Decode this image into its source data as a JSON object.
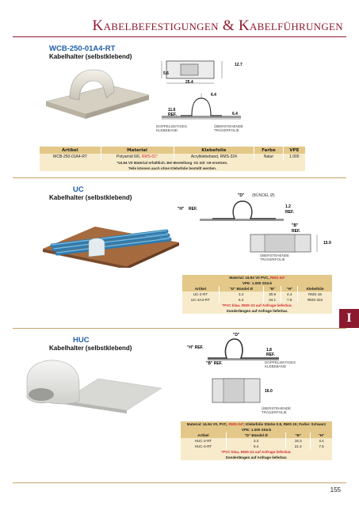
{
  "header": {
    "title": "Kabelbefestigungen & Kabelführungen"
  },
  "section_tab": "I",
  "page_number": "155",
  "product1": {
    "code": "WCB-250-01A4-RT",
    "desc": "Kabelhalter (selbstklebend)",
    "dims": {
      "d1": "12.7",
      "d2": "5.6",
      "d3": "25.4",
      "d4": "6.4",
      "d5": "11.6",
      "d5b": "REF.",
      "d6": "6.4"
    },
    "labels": {
      "left": "DOPPELSEITIGES\nKLEBEBAND",
      "right": "ÜBERSTEHENDE\nTRÄGERFOLIE"
    },
    "table": {
      "headers": [
        "Artikel",
        "Material",
        "Klebefolie",
        "Farbe",
        "VPE"
      ],
      "rows": [
        [
          "WCB-250-01A4-RT",
          "Polyamid 6/6, ",
          "Acrylklebeband, RMS-324",
          "Natur",
          "1.000"
        ]
      ],
      "rows_material_red": "RMS-01*",
      "notes": [
        "*UL94 V0 Material erhältlich. Bei Bestellung -01 mit -19 ersetzen.",
        "Teile können auch ohne Klebefolie bestellt werden."
      ]
    }
  },
  "product2": {
    "code": "UC",
    "desc": "Kabelhalter (selbstklebend)",
    "dims": {
      "d": "\"D\"",
      "dnote": "(BÜNDEL Ø)",
      "h": "\"H\"",
      "href": "REF.",
      "v12": "1.2",
      "v12b": "REF.",
      "b": "\"B\"",
      "bref": "REF.",
      "w": "15.9"
    },
    "labels": {
      "right": "ÜBERSTEHENDE\nTRÄGERFOLIE"
    },
    "table": {
      "material": "Material: UL94 V0 PVC, ",
      "material_red": "RMS-04*",
      "vpe": "VPE: 1.000 Stück",
      "headers": [
        "Artikel",
        "\"D\" Bündel Ø",
        "\"B\"",
        "\"H\"",
        "Klebefolie"
      ],
      "rows": [
        [
          "UC-2-RT",
          "3.2",
          "30.9",
          "4.4",
          "RMS-15"
        ],
        [
          "UC-4A4-RT",
          "6.4",
          "34.1",
          "7.5",
          "RMS-324"
        ]
      ],
      "notes": [
        "*PVC blau, RMS-22 auf Anfrage lieferbar.",
        "Sonderlängen auf Anfrage lieferbar."
      ]
    }
  },
  "product3": {
    "code": "HUC",
    "desc": "Kabelhalter (selbstklebend)",
    "dims": {
      "d": "\"D\"",
      "h": "\"H\" REF.",
      "b": "\"B\" REF.",
      "v18": "1.8",
      "v18b": "REF.",
      "w": "16.0"
    },
    "labels": {
      "right1": "DOPPELSEITIGES\nKLEBEBAND",
      "right2": "ÜBERSTEHENDE\nTRÄGERFOLIE"
    },
    "table": {
      "material": "Material: UL94 V0, PVC, ",
      "material_red": "RMS-04*",
      "material_tail": "; Klebefolie Stärke 0.8, RMS-15; Farbe: Schwarz",
      "vpe": "VPE: 1.000 Stück",
      "headers": [
        "Artikel",
        "\"D\" Bündel Ø",
        "\"B\"",
        "\"H\""
      ],
      "rows": [
        [
          "HUC-2-RT",
          "3.2",
          "18.3",
          "4.4"
        ],
        [
          "HUC-4-RT",
          "6.4",
          "21.4",
          "7.5"
        ]
      ],
      "notes": [
        "*PVC blau, RMS-22 auf Anfrage lieferbar.",
        "Sonderlängen auf Anfrage lieferbar."
      ]
    }
  },
  "colors": {
    "brand": "#8b1a2e",
    "accent_blue": "#1f5ea8",
    "table_head": "#e3c889",
    "table_body": "#f7ebcb"
  }
}
